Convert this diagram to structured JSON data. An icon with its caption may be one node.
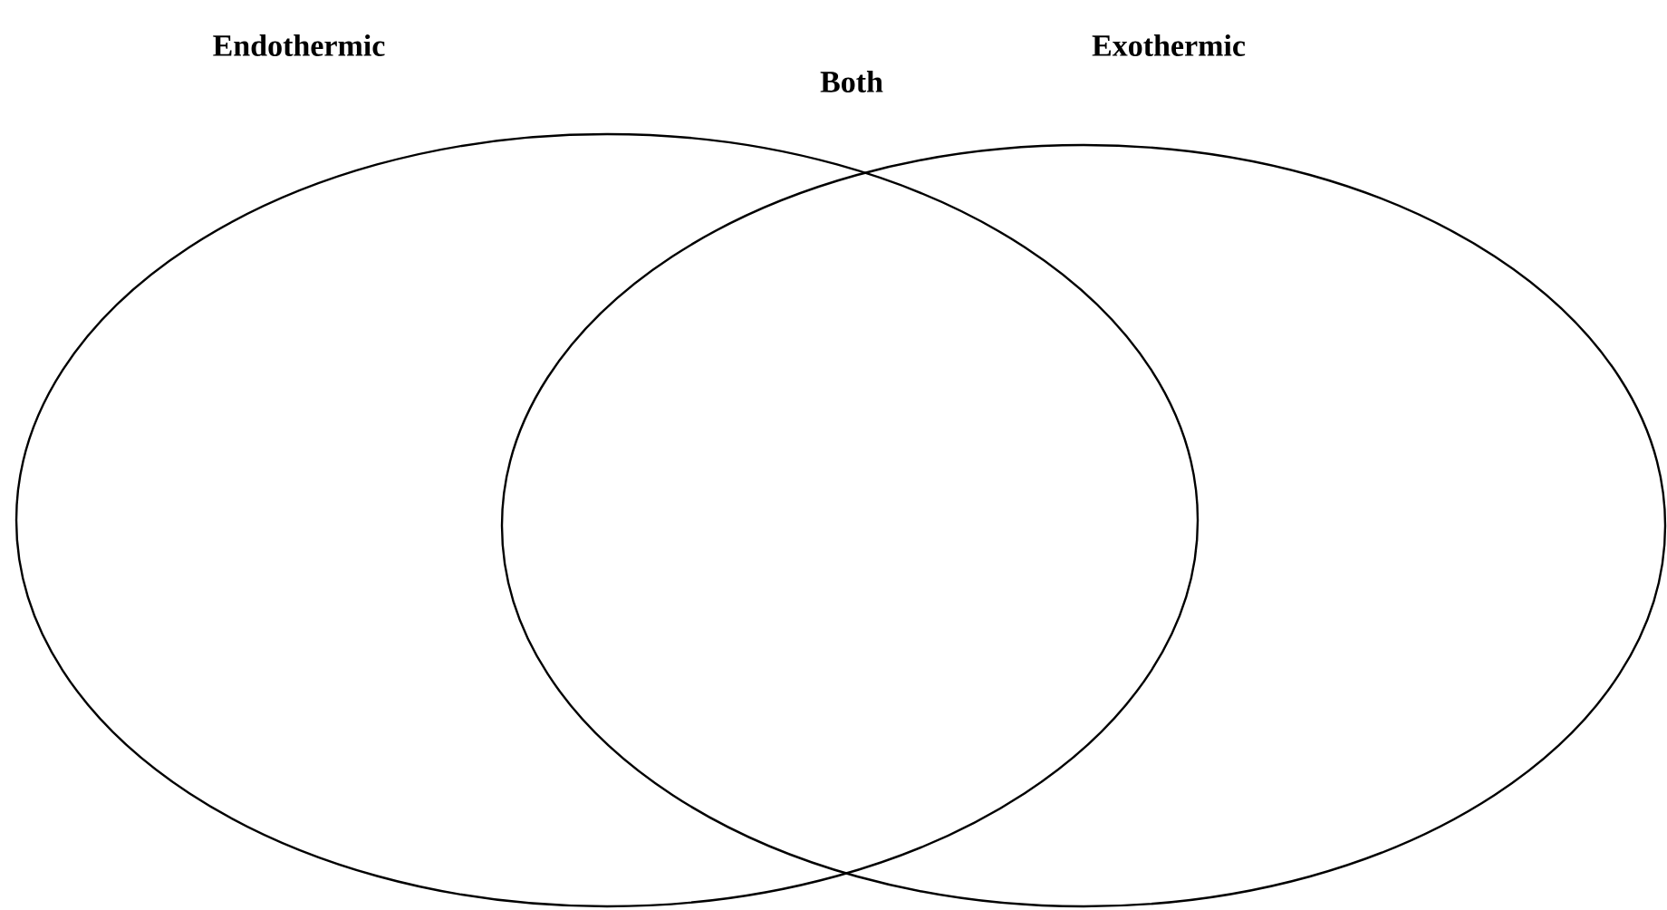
{
  "diagram": {
    "nodes": [
      {
        "text": [
          "Endothermic"
        ]
      },
      {
        "text": [
          "Exothermic"
        ]
      }
    ],
    "labels": [
      "Both"
    ]
  }
}
